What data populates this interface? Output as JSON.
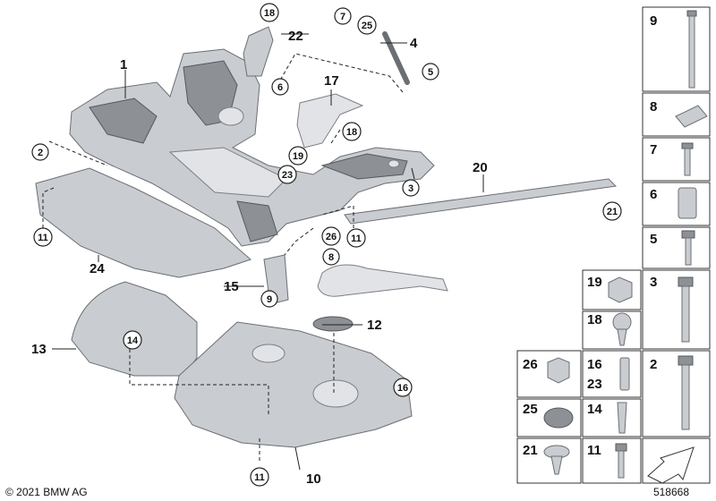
{
  "callouts": {
    "c1": "1",
    "c2": "2",
    "c3": "3",
    "c4": "4",
    "c5": "5",
    "c6": "6",
    "c7": "7",
    "c8": "8",
    "c9": "9",
    "c10": "10",
    "c11a": "11",
    "c11b": "11",
    "c11c": "11",
    "c12": "12",
    "c13": "13",
    "c14": "14",
    "c15": "15",
    "c16": "16",
    "c17": "17",
    "c18a": "18",
    "c18b": "18",
    "c19": "19",
    "c20": "20",
    "c21": "21",
    "c22": "22",
    "c23": "23",
    "c24": "24",
    "c25": "25",
    "c26": "26"
  },
  "sidebar": {
    "s9": "9",
    "s8": "8",
    "s7": "7",
    "s6": "6",
    "s5": "5",
    "s19": "19",
    "s3": "3",
    "s18": "18",
    "s26": "26",
    "s16": "16",
    "s23": "23",
    "s2": "2",
    "s25": "25",
    "s14": "14",
    "s21": "21",
    "s11": "11"
  },
  "footer": {
    "copyright": "© 2021 BMW AG",
    "docnum": "518668"
  },
  "colors": {
    "part_fill": "#c9ccd0",
    "part_dark": "#8d9196",
    "line": "#222222"
  }
}
